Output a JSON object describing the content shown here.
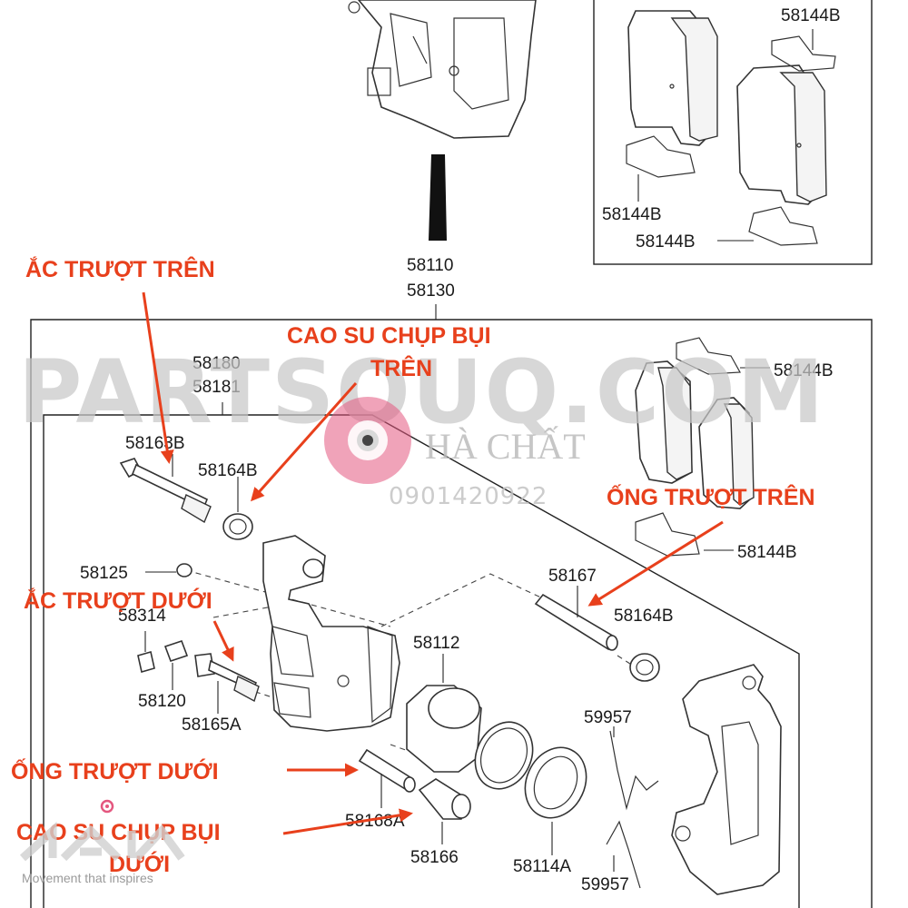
{
  "part_numbers": {
    "p58144b_top": "58144B",
    "p58144b_mid": "58144B",
    "p58144b_low": "58144B",
    "p58144b_right1": "58144B",
    "p58144b_right2": "58144B",
    "p58110": "58110",
    "p58130": "58130",
    "p58180": "58180",
    "p58181": "58181",
    "p58163b": "58163B",
    "p58164b_a": "58164B",
    "p58125": "58125",
    "p58314": "58314",
    "p58120": "58120",
    "p58165a": "58165A",
    "p58167": "58167",
    "p58164b_b": "58164B",
    "p58112": "58112",
    "p59957_a": "59957",
    "p58168a": "58168A",
    "p58166": "58166",
    "p58114a": "58114A",
    "p59957_b": "59957"
  },
  "annotations": {
    "upper_slide_pin": "ẮC TRƯỢT TRÊN",
    "upper_dust_boot_line1": "CAO SU CHỤP BỤI",
    "upper_dust_boot_line2": "TRÊN",
    "upper_slide_sleeve": "ỐNG TRƯỢT TRÊN",
    "lower_slide_pin": "ẮC TRƯỢT DƯỚI",
    "lower_slide_sleeve": "ỐNG TRƯỢT DƯỚI",
    "lower_dust_boot_line1": "CAO SU CHỤP BỤI",
    "lower_dust_boot_line2": "DƯỚI"
  },
  "watermarks": {
    "site": "PARTSOUQ.COM",
    "shop": "HÀ CHẤT",
    "phone": "0901420922"
  },
  "logo": {
    "brand": "KIA",
    "tagline": "Movement that inspires"
  },
  "colors": {
    "annotation_red": "#e8401c",
    "line": "#222222",
    "watermark_gray": "#c8c8c8",
    "logo_pink": "#e4577f"
  }
}
